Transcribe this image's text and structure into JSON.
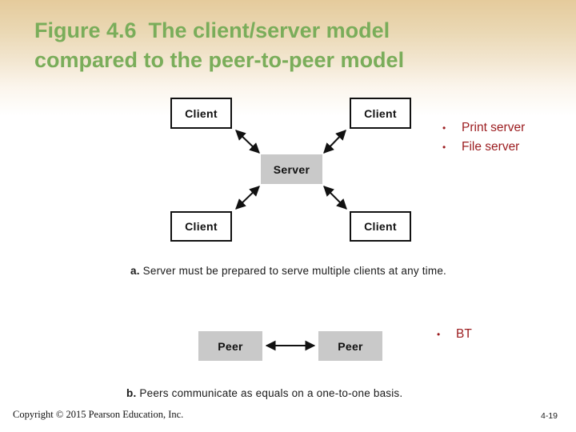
{
  "title": {
    "line1": "Figure 4.6  The client/server model",
    "line2": "compared to the peer-to-peer model"
  },
  "diagram_a": {
    "clients": [
      "Client",
      "Client",
      "Client",
      "Client"
    ],
    "server_label": "Server",
    "caption_prefix": "a.",
    "caption_text": "Server must be prepared to serve multiple clients at any time."
  },
  "bullets_a": [
    "Print server",
    "File server"
  ],
  "diagram_b": {
    "peer_left": "Peer",
    "peer_right": "Peer",
    "caption_prefix": "b.",
    "caption_text": "Peers communicate as equals on a one-to-one basis."
  },
  "bullets_b": [
    "BT"
  ],
  "bullet_glyph": "•",
  "footer": {
    "copyright": "Copyright © 2015 Pearson Education, Inc.",
    "page_number": "4-19"
  },
  "colors": {
    "accent_green": "#7aad5a",
    "bullet_red": "#9b1b1e",
    "box_gray": "#c9c9c9",
    "bg_top": "#e5cb9c"
  }
}
